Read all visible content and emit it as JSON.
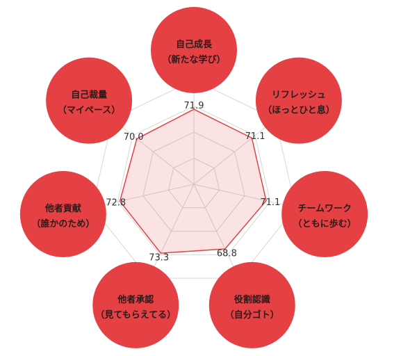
{
  "chart_data": {
    "type": "radar",
    "title": "",
    "categories": [
      {
        "name": "自己成長",
        "sub": "（新たな学び）"
      },
      {
        "name": "リフレッシュ",
        "sub": "（ほっとひと息）"
      },
      {
        "name": "チームワーク",
        "sub": "（ともに歩む）"
      },
      {
        "name": "役割認識",
        "sub": "（自分ゴト）"
      },
      {
        "name": "他者承認",
        "sub": "（見てもらえてる）"
      },
      {
        "name": "他者貢献",
        "sub": "（誰かのため）"
      },
      {
        "name": "自己裁量",
        "sub": "（マイペース）"
      }
    ],
    "series": [
      {
        "values": [
          71.9,
          71.1,
          71.1,
          68.8,
          73.3,
          72.8,
          70.0
        ]
      }
    ],
    "value_labels": [
      "71.9",
      "71.1",
      "71.1",
      "68.8",
      "73.3",
      "72.8",
      "70.0"
    ],
    "r_range": [
      0,
      100
    ],
    "grid_levels": 4,
    "colors": {
      "accent": "#e54144",
      "fill": "rgba(229,65,68,0.15)",
      "grid": "#d6d6d6"
    }
  }
}
